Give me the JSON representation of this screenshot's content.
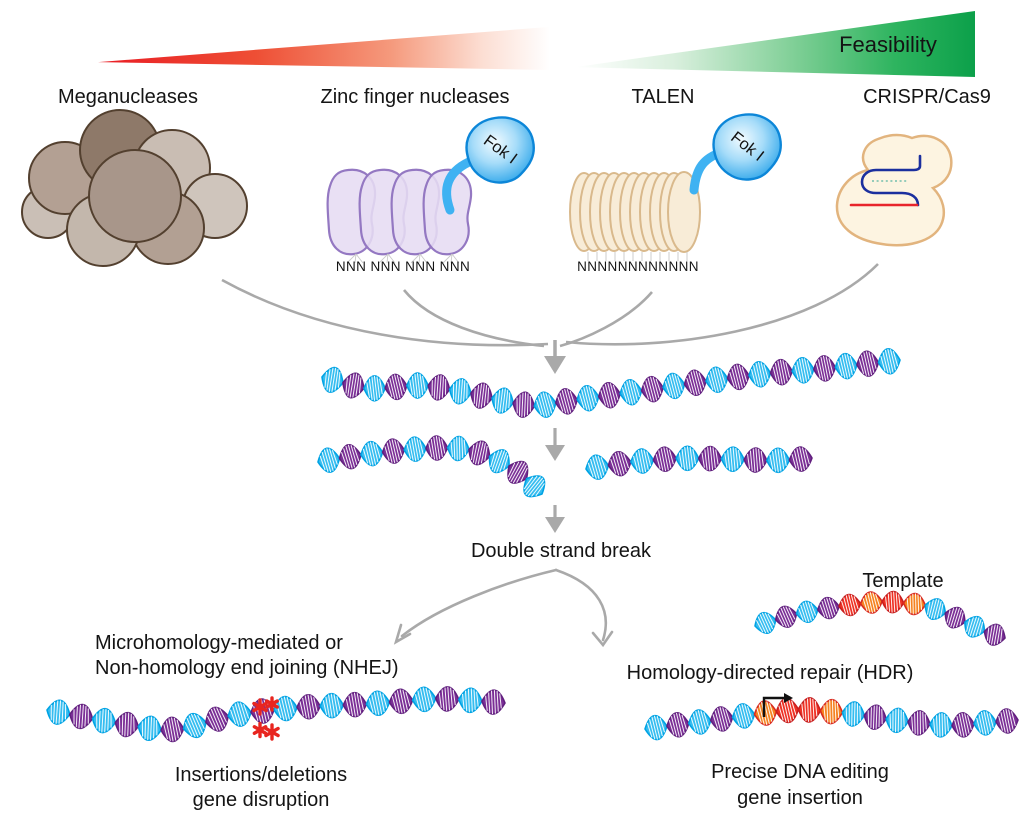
{
  "header": {
    "feasibility_label": "Feasibility"
  },
  "tools": [
    {
      "name": "Meganucleases"
    },
    {
      "name": "Zinc finger nucleases",
      "enzyme_label": "Fok I",
      "dna_label": "NNN NNN NNN NNN"
    },
    {
      "name": "TALEN",
      "enzyme_label": "Fok I",
      "dna_label": "NNNNNNNNNNNN"
    },
    {
      "name": "CRISPR/Cas9"
    }
  ],
  "flow": {
    "double_strand_break": "Double strand break",
    "nhej_title_line1": "Microhomology-mediated or",
    "nhej_title_line2": "Non-homology end joining (NHEJ)",
    "nhej_outcome_line1": "Insertions/deletions",
    "nhej_outcome_line2": "gene disruption",
    "template_label": "Template",
    "hdr_title": "Homology-directed repair (HDR)",
    "hdr_outcome_line1": "Precise DNA editing",
    "hdr_outcome_line2": "gene insertion"
  },
  "colors": {
    "gradient_red": "#e91c24",
    "gradient_green": "#0ca04a",
    "arrow_gray": "#a9a9a9",
    "fok_blue_stroke": "#0c86d8",
    "fok_stem_blue": "#3fb2f2",
    "zfn_purple_fill": "#e6dcf3",
    "zfn_purple_stroke": "#9478c2",
    "talen_tan_fill": "#f8ecd7",
    "talen_tan_stroke": "#d9b98c",
    "crispr_cream_fill": "#fdf4e1",
    "crispr_cream_stroke": "#e2b47e",
    "mega_brown_stroke": "#53402f",
    "asterisk_red": "#e8251f",
    "grna_blue": "#1b2f9e",
    "target_red": "#e8252b",
    "promoter_black": "#111111"
  },
  "dna": {
    "segment_colors": {
      "cyan": {
        "fill": "#35bdf0",
        "stroke": "#00a3e4"
      },
      "purple": {
        "fill": "#7b2f96",
        "stroke": "#611f7e"
      },
      "red": {
        "fill": "#ee3124",
        "stroke": "#c81e1e"
      },
      "orange": {
        "fill": "#f58220",
        "stroke": "#d92b1f"
      }
    },
    "helices": {
      "intact": {
        "pattern": [
          "cyan",
          "purple",
          "cyan",
          "purple",
          "cyan",
          "purple",
          "cyan",
          "purple",
          "cyan",
          "purple",
          "cyan",
          "purple",
          "cyan",
          "purple",
          "cyan",
          "purple",
          "cyan",
          "purple",
          "cyan",
          "purple",
          "cyan",
          "purple",
          "cyan",
          "purple",
          "cyan",
          "purple",
          "cyan"
        ]
      },
      "broken_left": {
        "pattern": [
          "cyan",
          "purple",
          "cyan",
          "purple",
          "cyan",
          "purple",
          "cyan",
          "purple",
          "cyan",
          "purple",
          "cyan"
        ]
      },
      "broken_right": {
        "pattern": [
          "cyan",
          "purple",
          "cyan",
          "purple",
          "cyan",
          "purple",
          "cyan",
          "purple",
          "cyan",
          "purple"
        ]
      },
      "template": {
        "pattern": [
          "cyan",
          "purple",
          "cyan",
          "purple",
          "red",
          "orange",
          "red",
          "orange",
          "cyan",
          "purple",
          "cyan",
          "purple"
        ]
      },
      "nhej": {
        "pattern": [
          "cyan",
          "purple",
          "cyan",
          "purple",
          "cyan",
          "purple",
          "cyan",
          "purple",
          "cyan",
          "purple",
          "cyan",
          "purple",
          "cyan",
          "purple",
          "cyan",
          "purple",
          "cyan",
          "purple",
          "cyan",
          "purple"
        ]
      },
      "hdr": {
        "pattern": [
          "cyan",
          "purple",
          "cyan",
          "purple",
          "cyan",
          "orange",
          "red",
          "red",
          "orange",
          "cyan",
          "purple",
          "cyan",
          "purple",
          "cyan",
          "purple",
          "cyan",
          "purple"
        ]
      }
    }
  }
}
